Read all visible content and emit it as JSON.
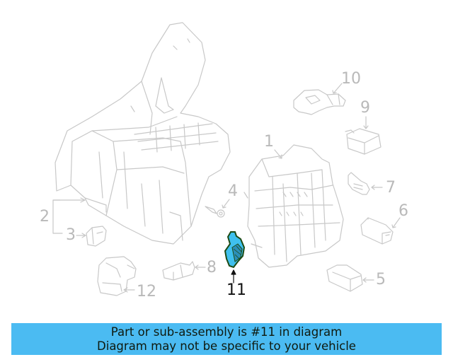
{
  "diagram": {
    "highlighted_part": "11",
    "colors": {
      "line": "#c8c8c8",
      "label": "#b9b9b9",
      "highlight_fill": "#3fc0ee",
      "highlight_outline": "#1d4a14",
      "highlight_label": "#111111"
    },
    "callouts": [
      {
        "id": "1",
        "label": "1"
      },
      {
        "id": "2",
        "label": "2"
      },
      {
        "id": "3",
        "label": "3"
      },
      {
        "id": "4",
        "label": "4"
      },
      {
        "id": "5",
        "label": "5"
      },
      {
        "id": "6",
        "label": "6"
      },
      {
        "id": "7",
        "label": "7"
      },
      {
        "id": "8",
        "label": "8"
      },
      {
        "id": "9",
        "label": "9"
      },
      {
        "id": "10",
        "label": "10"
      },
      {
        "id": "11",
        "label": "11"
      },
      {
        "id": "12",
        "label": "12"
      }
    ]
  },
  "banner": {
    "line1": "Part or sub-assembly is #11 in diagram",
    "line2": "Diagram may not be specific to your vehicle",
    "background": "#4bbbf2"
  }
}
